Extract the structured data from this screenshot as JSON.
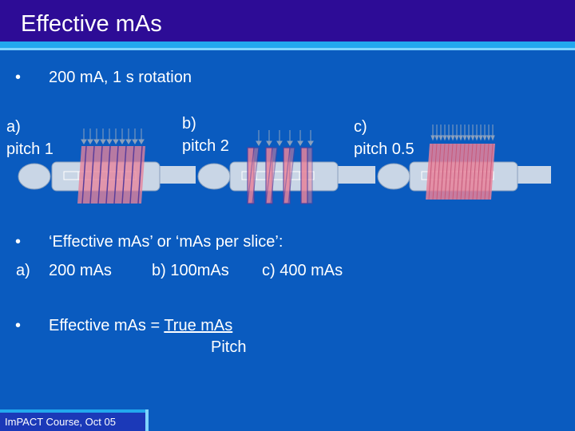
{
  "slide": {
    "title": "Effective mAs",
    "bullet_symbol": "•",
    "bullet1": "200 mA, 1 s rotation",
    "diagrams": {
      "a": {
        "letter": "a)",
        "label": "pitch 1"
      },
      "b": {
        "letter": "b)",
        "label": "pitch 2"
      },
      "c": {
        "letter": "c)",
        "label": "pitch 0.5"
      }
    },
    "bullet2": "‘Effective mAs’ or ‘mAs per slice’:",
    "answers": {
      "a_letter": "a)",
      "a": "200 mAs",
      "b": "b) 100mAs",
      "c": "c) 400 mAs"
    },
    "formula": {
      "left": "Effective mAs = ",
      "numerator": "True mAs",
      "denominator": "Pitch"
    },
    "footer": "ImPACT Course, Oct 05"
  },
  "colors": {
    "background": "#0a5bbf",
    "title_bar": "#2d0c96",
    "accent": "#22a8ee",
    "scanner_body": "#c9d6e6",
    "helix_fill": "#e8839a",
    "helix_stroke": "#5a3d9a"
  }
}
